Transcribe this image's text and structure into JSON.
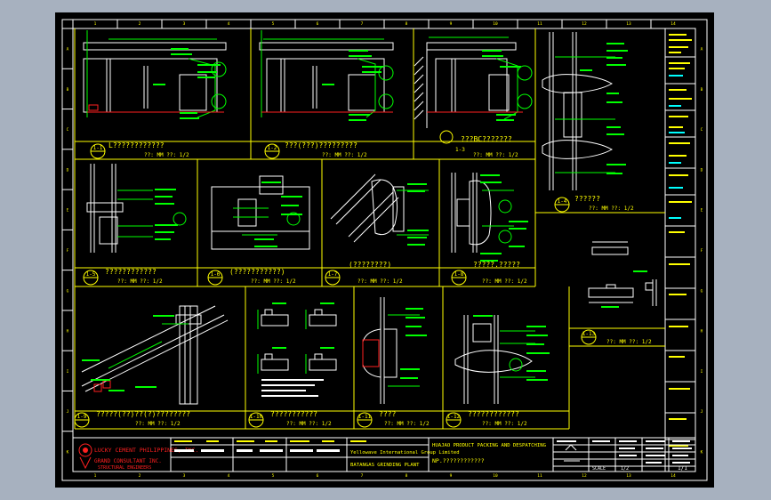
{
  "colors": {
    "frame": "#ffffff",
    "yellow": "#ffff00",
    "green": "#00ff00",
    "cyan": "#00ffff",
    "red": "#ff2020",
    "magenta": "#ff00ff",
    "background": "#000000"
  },
  "grid": {
    "columns": [
      "1",
      "2",
      "3",
      "4",
      "5",
      "6",
      "7",
      "8",
      "9",
      "10",
      "11",
      "12",
      "13",
      "14"
    ],
    "rows": [
      "A",
      "B",
      "C",
      "D",
      "E",
      "F",
      "G",
      "H",
      "I",
      "J",
      "K"
    ]
  },
  "details": {
    "d1": {
      "num": "1-1",
      "title": "L????????????",
      "scale": "??: MM ??: 1/2"
    },
    "d2": {
      "num": "1-2",
      "title": "???(???)?????????",
      "scale": "??: MM ??: 1/2"
    },
    "d3": {
      "num": "1-3",
      "title": "???BC???????",
      "scale": "??: MM ??: 1/2"
    },
    "d4": {
      "num": "1-4",
      "title": "??????",
      "scale": "??: MM ??: 1/2"
    },
    "d5": {
      "num": "1-5",
      "title": "????????????",
      "scale": "??: MM ??: 1/2"
    },
    "d6": {
      "num": "1-6",
      "title": "(???????????)",
      "scale": "??: MM ??: 1/2"
    },
    "d7": {
      "num": "1-7",
      "title": "(????????)",
      "scale": "??: MM ??: 1/2"
    },
    "d8": {
      "num": "1-8",
      "title": "?????.?????",
      "scale": "??: MM ??: 1/2"
    },
    "d9": {
      "num": "1-9",
      "title": "?????(??)??(?)????????",
      "scale": "??: MM ??: 1/2"
    },
    "d10": {
      "num": "1-10",
      "title": "???????????",
      "scale": "??: MM ??: 1/2"
    },
    "d11": {
      "num": "1-11",
      "title": "????",
      "scale": "??: MM ??: 1/2"
    },
    "d12": {
      "num": "1-12",
      "title": "????????????",
      "scale": "??: MM ??: 1/2"
    },
    "d13": {
      "num": "1-13",
      "title": "",
      "scale": "??: MM ??: 1/2"
    }
  },
  "titleblock": {
    "client": "LUCKY CEMENT PHILIPPINES, INC.",
    "consultant": "GRAND CONSULTANT INC.",
    "consultant_sub": "STRUCTURAL ENGINEERS",
    "contractor": "Yellowave International Group Limited",
    "project": "BATANGAS GRINDING PLANT",
    "drawing_title": "HUAJAO PRODUCT PACKING AND DESPATCHING",
    "drawing_no": "NP.????????????",
    "scale_label": "SCALE",
    "scale_value": "1/2",
    "sheet": "1/1"
  }
}
